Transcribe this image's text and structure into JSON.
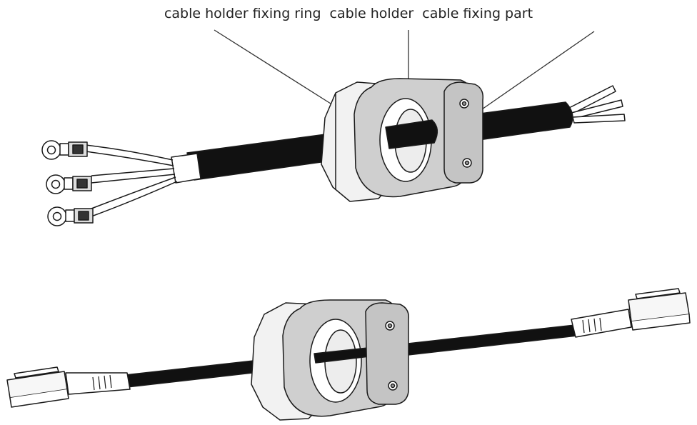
{
  "labels": {
    "cable_holder_fixing_ring": "cable holder fixing ring",
    "cable_holder": "cable holder",
    "cable_fixing_part": "cable fixing part"
  },
  "colors": {
    "outline": "#1a1a1a",
    "cable": "#111111",
    "ring_light": "#f0f0f0",
    "holder_mid": "#d2d2d2",
    "holder_dark": "#b8b8b8",
    "plate": "#c4c4c4"
  },
  "figures": {
    "top": {
      "name": "cable with ring terminals",
      "terminal_count": 3,
      "bare_wire_count": 3
    },
    "bottom": {
      "name": "cable with plug connectors",
      "connector_count": 2
    }
  }
}
